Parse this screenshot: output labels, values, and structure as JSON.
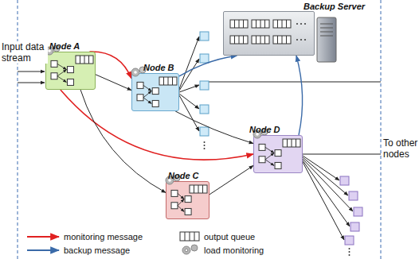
{
  "diagram": {
    "nodes": [
      {
        "text": [
          "Node A"
        ]
      },
      {
        "text": [
          "Node B"
        ]
      },
      {
        "text": [
          "Backup Server"
        ]
      },
      {
        "text": [
          "Node C"
        ]
      },
      {
        "text": [
          "Node D"
        ]
      }
    ],
    "edges": [
      {
        "from": 0,
        "to": 1,
        "arrow": "to"
      },
      {
        "from": 0,
        "to": 4,
        "arrow": "to"
      },
      {
        "from": 1,
        "to": 2,
        "arrow": "to"
      },
      {
        "from": 4,
        "to": 2,
        "arrow": "to"
      },
      {
        "from": 0,
        "to": 1,
        "arrow": "to"
      },
      {
        "from": 0,
        "to": 3,
        "arrow": "to"
      },
      {
        "from": 1,
        "to": 4,
        "arrow": "to"
      },
      {
        "from": 3,
        "to": 4,
        "arrow": "to"
      }
    ],
    "labels": [
      "Input data stream",
      "To other nodes"
    ],
    "legend": [
      {
        "text": "monitoring message"
      },
      {
        "text": "backup message"
      },
      {
        "text": "output queue"
      },
      {
        "text": "load monitoring"
      }
    ]
  }
}
